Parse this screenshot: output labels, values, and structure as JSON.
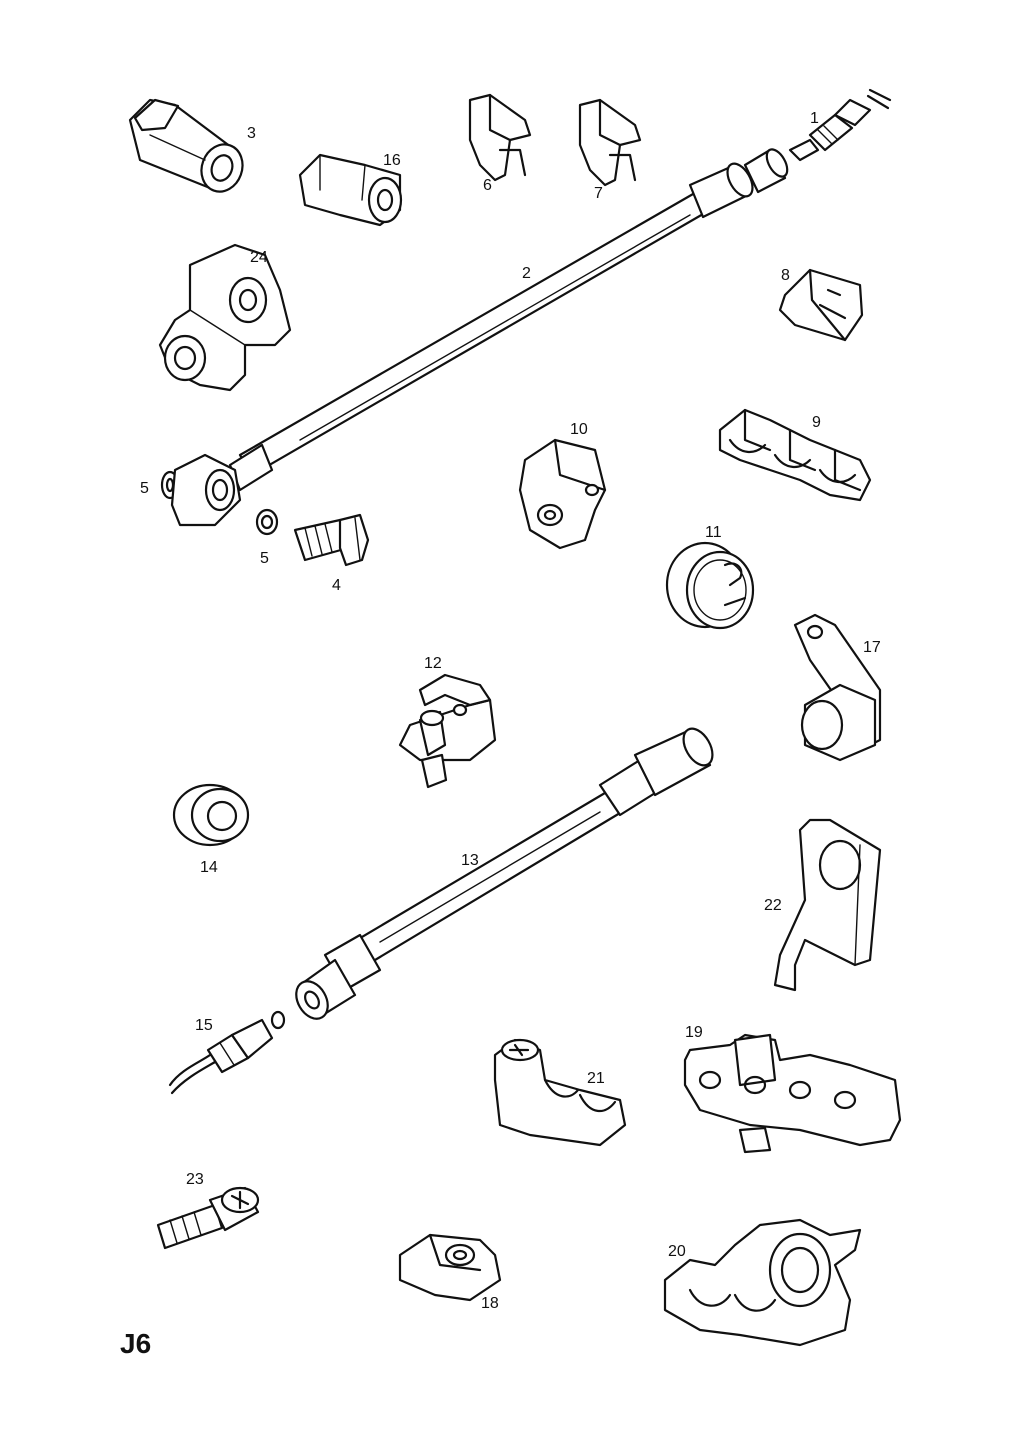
{
  "page_code": "J6",
  "callouts": {
    "c1": "1",
    "c2": "2",
    "c3": "3",
    "c4": "4",
    "c5a": "5",
    "c5b": "5",
    "c6": "6",
    "c7": "7",
    "c8": "8",
    "c9": "9",
    "c10": "10",
    "c11": "11",
    "c12": "12",
    "c13": "13",
    "c14": "14",
    "c15": "15",
    "c16": "16",
    "c17": "17",
    "c18": "18",
    "c19": "19",
    "c20": "20",
    "c21": "21",
    "c22": "22",
    "c23": "23",
    "c24": "24"
  }
}
